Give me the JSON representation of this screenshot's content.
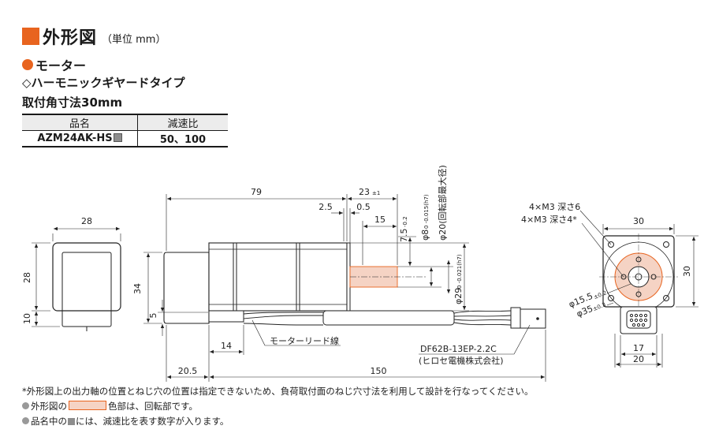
{
  "header": {
    "title": "外形図",
    "unit": "（単位 mm）"
  },
  "section": {
    "category": "モーター",
    "type": "◇ハーモニックギヤードタイプ",
    "mounting": "取付角寸法30mm"
  },
  "spec_table": {
    "headers": [
      "品名",
      "減速比"
    ],
    "rows": [
      {
        "product": "AZM24AK-HS",
        "ratio": "50、100"
      }
    ]
  },
  "dimensions": {
    "d79": "79",
    "d23": "23",
    "d23_tol": "±1",
    "d2_5": "2.5",
    "d0_5": "0.5",
    "d15": "15",
    "d7_5": "7.5",
    "d7_5_tol": "-0.2",
    "phi8": "φ8",
    "phi8_tol": "0 -0.015(h7)",
    "phi20": "φ20(回転部最大径)",
    "phi29": "φ29",
    "phi29_tol": "0 -0.021(h7)",
    "d28_top": "28",
    "d28_side": "28",
    "d10": "10",
    "d34": "34",
    "d5": "5",
    "d14": "14",
    "d20_5": "20.5",
    "d150": "150",
    "lead_label": "モーターリード線",
    "connector": "DF62B-13EP-2.2C",
    "connector_maker": "(ヒロセ電機株式会社)",
    "tap1": "4×M3 深さ6",
    "tap2": "4×M3 深さ4*",
    "d30_top": "30",
    "d30_side": "30",
    "phi15_5": "φ15.5",
    "phi15_5_tol": "±0.2",
    "phi35": "φ35",
    "phi35_tol": "±0.3",
    "d17": "17",
    "d20_bottom": "20"
  },
  "notes": {
    "n1": "*外形図上の出力軸の位置とねじ穴の位置は指定できないため、負荷取付面のねじ穴寸法を利用して設計を行なってください。",
    "n2_pre": "外形図の",
    "n2_post": "色部は、回転部です。",
    "n3_pre": "品名中の",
    "n3_post": "には、減速比を表す数字が入ります。"
  },
  "colors": {
    "accent": "#e8641f",
    "rotating_part": "#f5d3c4",
    "line": "#222222"
  }
}
